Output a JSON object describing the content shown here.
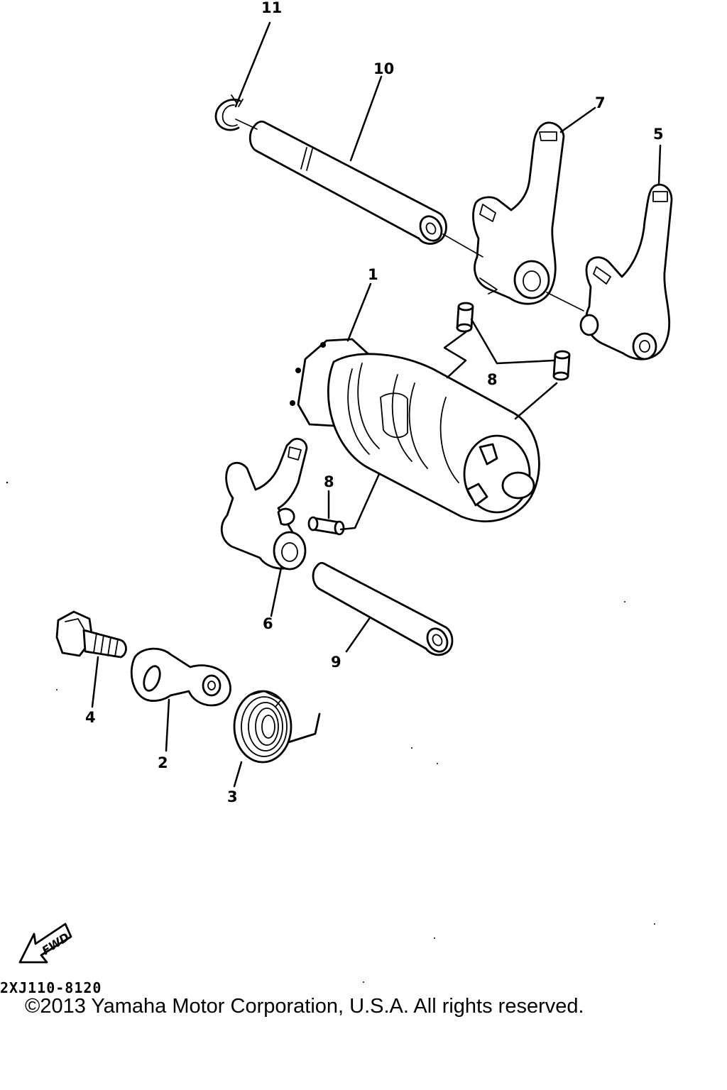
{
  "callouts": {
    "c1": "1",
    "c2": "2",
    "c3": "3",
    "c4": "4",
    "c5": "5",
    "c6": "6",
    "c7": "7",
    "c8a": "8",
    "c8b": "8",
    "c9": "9",
    "c10": "10",
    "c11": "11"
  },
  "fwd_label": "FWD",
  "diagram_code": "2XJ110-8120",
  "copyright": "©2013 Yamaha Motor Corporation, U.S.A. All rights reserved."
}
